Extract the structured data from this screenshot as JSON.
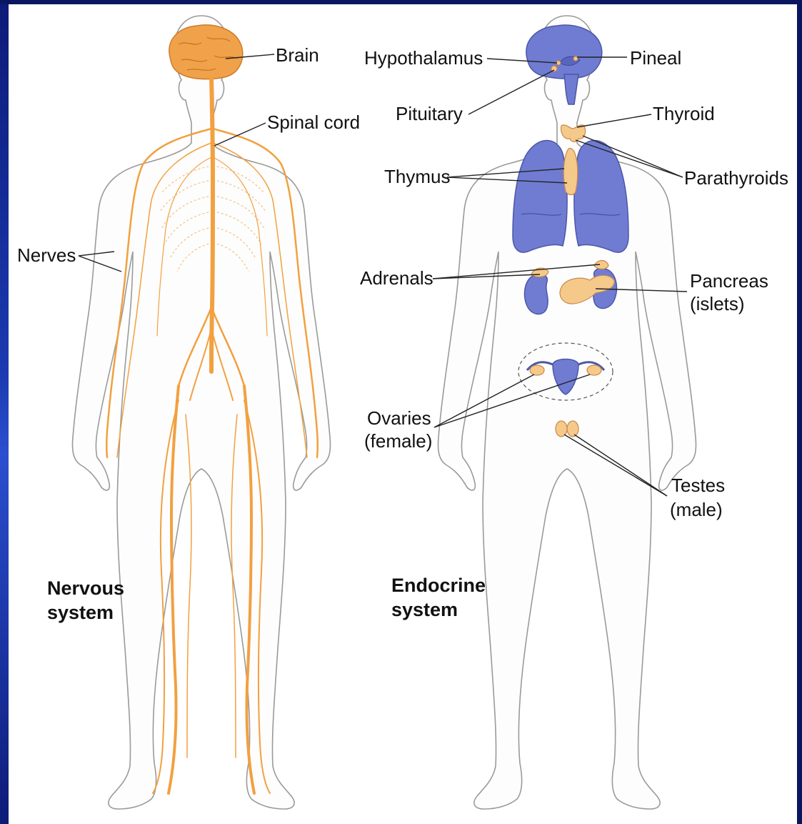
{
  "nervous": {
    "title_line1": "Nervous",
    "title_line2": "system",
    "labels": {
      "brain": "Brain",
      "spinal_cord": "Spinal cord",
      "nerves": "Nerves"
    }
  },
  "endocrine": {
    "title_line1": "Endocrine",
    "title_line2": "system",
    "labels": {
      "hypothalamus": "Hypothalamus",
      "pineal": "Pineal",
      "pituitary": "Pituitary",
      "thyroid": "Thyroid",
      "thymus": "Thymus",
      "parathyroids": "Parathyroids",
      "adrenals": "Adrenals",
      "pancreas_line1": "Pancreas",
      "pancreas_line2": "(islets)",
      "ovaries_line1": "Ovaries",
      "ovaries_line2": "(female)",
      "testes_line1": "Testes",
      "testes_line2": "(male)"
    }
  },
  "colors": {
    "nervous_tissue": "#f2a040",
    "endocrine_organ": "#6f7cd2",
    "gland_tan": "#f5c98a",
    "frame": "#1b2a86"
  }
}
